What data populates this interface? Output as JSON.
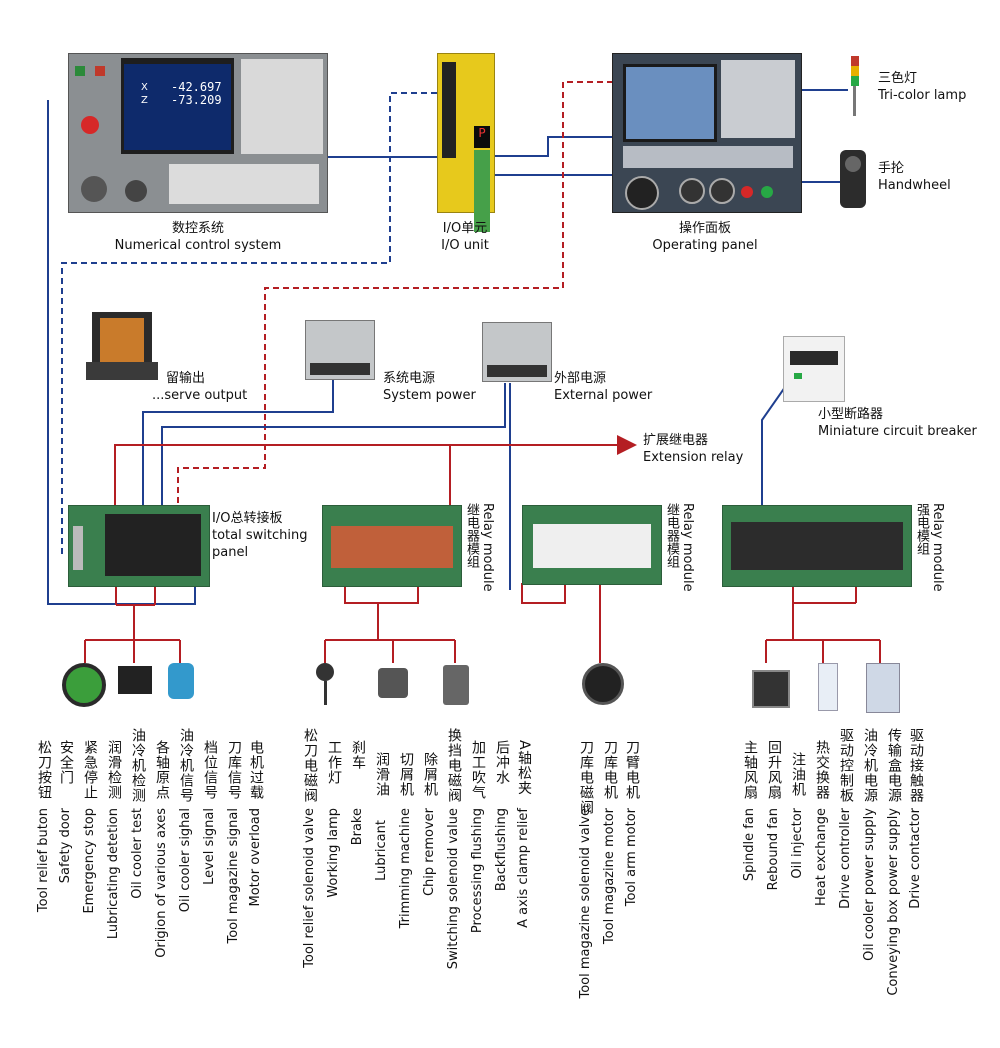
{
  "devices": {
    "nc": {
      "zh": "数控系统",
      "en": "Numerical control system",
      "screen_x": "-42.697",
      "screen_z": "-73.209",
      "axis_x": "X",
      "axis_z": "Z"
    },
    "io": {
      "zh": "I/O单元",
      "en": "I/O unit"
    },
    "op": {
      "zh": "操作面板",
      "en": "Operating panel"
    },
    "tricolor": {
      "zh": "三色灯",
      "en": "Tri-color lamp"
    },
    "handwheel": {
      "zh": "手抡",
      "en": "Handwheel"
    },
    "reserve": {
      "zh": "留输出",
      "en": "...serve output"
    },
    "syspower": {
      "zh": "系统电源",
      "en": "System power"
    },
    "extpower": {
      "zh": "外部电源",
      "en": "External power"
    },
    "mcb": {
      "zh": "小型断路器",
      "en": "Miniature circuit breaker"
    },
    "extrelay": {
      "zh": "扩展继电器",
      "en": "Extension relay"
    },
    "switching": {
      "zh": "I/O总转接板",
      "en1": "total switching",
      "en2": "panel"
    },
    "relay1": {
      "zh": "继电器模组",
      "en": "Relay module"
    },
    "relay2": {
      "zh": "继电器模组",
      "en": "Relay module"
    },
    "relay3": {
      "zh": "强电模组",
      "en": "Relay module"
    }
  },
  "groups": [
    {
      "items": [
        {
          "zh": "松刀按钮",
          "en": "Tool relief buton"
        },
        {
          "zh": "安全门",
          "en": "Safety door"
        },
        {
          "zh": "紧急停止",
          "en": "Emergency stop"
        },
        {
          "zh": "润滑检测",
          "en": "Lubricating detetion"
        },
        {
          "zh": "油冷机检测",
          "en": "Oil cooler test"
        },
        {
          "zh": "各轴原点",
          "en": "Origion of various axes"
        },
        {
          "zh": "油冷机信号",
          "en": "Oil cooler sighal"
        },
        {
          "zh": "档位信号",
          "en": "Level signal"
        },
        {
          "zh": "刀库信号",
          "en": "Tool magazine signal"
        },
        {
          "zh": "电机过载",
          "en": "Motor overload"
        }
      ]
    },
    {
      "items": [
        {
          "zh": "松刀电磁阀",
          "en": "Tool relief solenoid valve"
        },
        {
          "zh": "工作灯",
          "en": "Working lamp"
        },
        {
          "zh": "刹车",
          "en": "Brake"
        },
        {
          "zh": "润滑油",
          "en": "Lubricant"
        },
        {
          "zh": "切屑机",
          "en": "Trimming machine"
        },
        {
          "zh": "除屑机",
          "en": "Chip remover"
        },
        {
          "zh": "换挡电磁阀",
          "en": "Switching solenoid value"
        },
        {
          "zh": "加工吹气",
          "en": "Processing flushing"
        },
        {
          "zh": "后冲水",
          "en": "Backflushing"
        },
        {
          "zh": "A轴松夹",
          "en": "A axis clamp relief"
        }
      ]
    },
    {
      "items": [
        {
          "zh": "刀库电磁阀",
          "en": "Tool magazine solenoid valve"
        },
        {
          "zh": "刀库电机",
          "en": "Tool magazine motor"
        },
        {
          "zh": "刀臂电机",
          "en": "Tool arm motor"
        }
      ]
    },
    {
      "items": [
        {
          "zh": "主轴风扇",
          "en": "Spindle fan"
        },
        {
          "zh": "回升风扇",
          "en": "Rebound fan"
        },
        {
          "zh": "注油机",
          "en": "Oil injector"
        },
        {
          "zh": "热交换器",
          "en": "Heat exchange"
        },
        {
          "zh": "驱动控制板",
          "en": "Drive controller"
        },
        {
          "zh": "油冷机电源",
          "en": "Oil cooler power supply"
        },
        {
          "zh": "传输盒电源",
          "en": "Conveying box power supply"
        },
        {
          "zh": "驱动接触器",
          "en": "Drive contactor"
        }
      ]
    }
  ],
  "colors": {
    "blue": "#1f3f8f",
    "red": "#b41e23",
    "green": "#3a7f4e"
  }
}
